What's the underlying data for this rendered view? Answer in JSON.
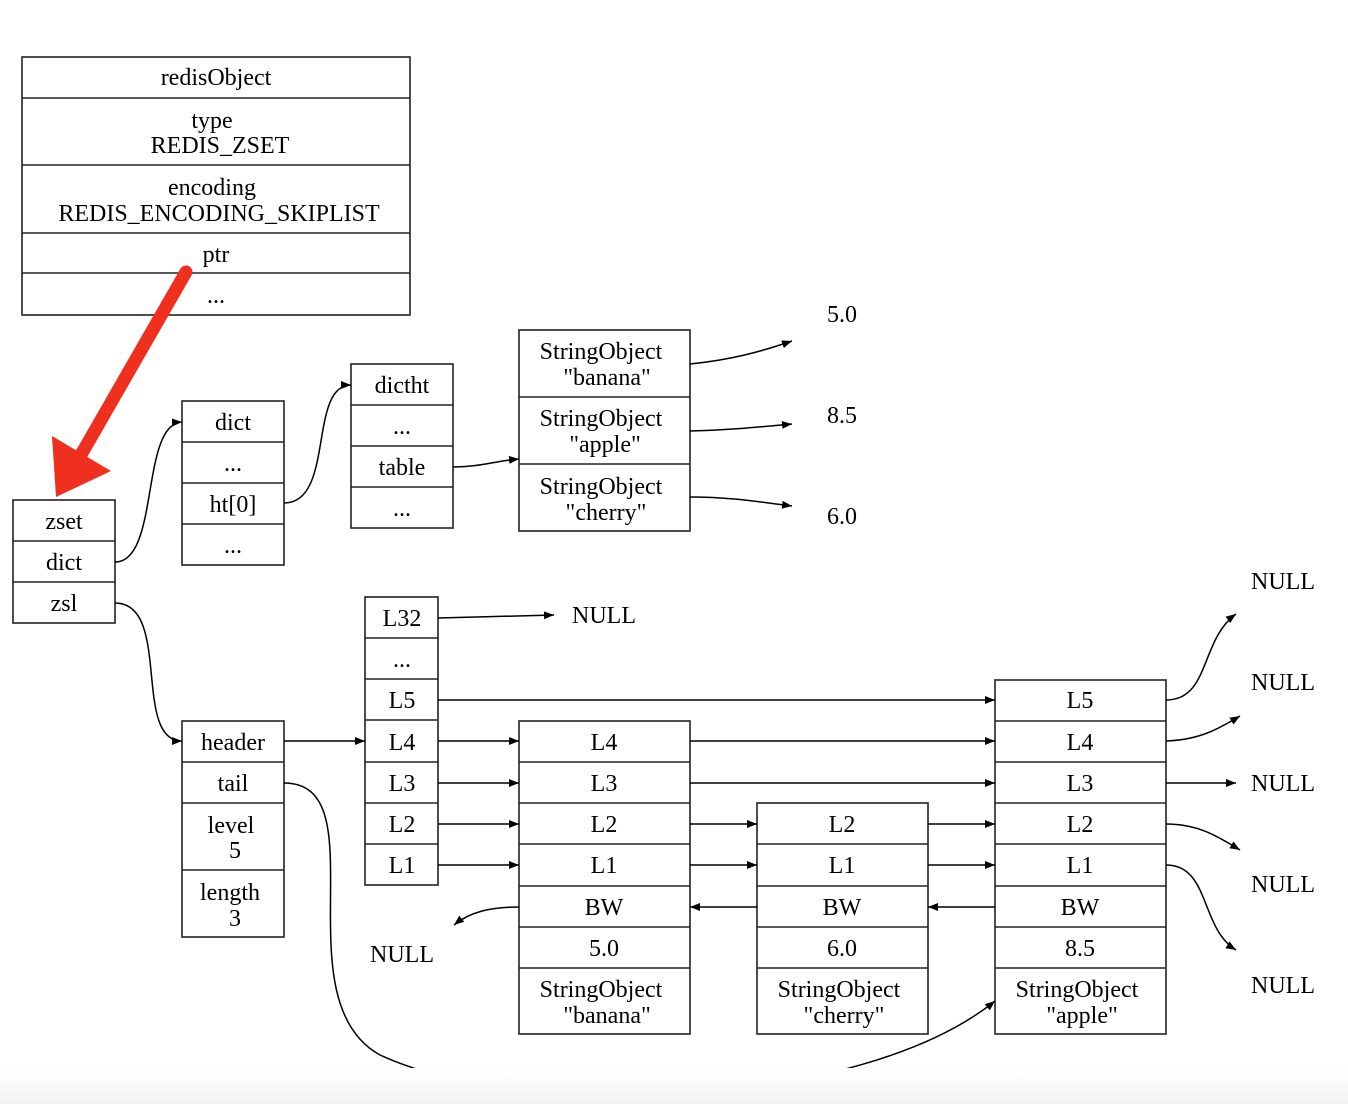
{
  "redis_object": {
    "title": "redisObject",
    "type_label": "type",
    "type_value": "REDIS_ZSET",
    "encoding_label": "encoding",
    "encoding_value": "REDIS_ENCODING_SKIPLIST",
    "ptr": "ptr",
    "more": "..."
  },
  "zset": {
    "title": "zset",
    "dict": "dict",
    "zsl": "zsl"
  },
  "dict": {
    "title": "dict",
    "more1": "...",
    "ht0": "ht[0]",
    "more2": "..."
  },
  "dictht": {
    "title": "dictht",
    "more1": "...",
    "table": "table",
    "more2": "..."
  },
  "dict_entries": [
    {
      "kind": "StringObject",
      "key": "\"banana\"",
      "score": "5.0"
    },
    {
      "kind": "StringObject",
      "key": "\"apple\"",
      "score": "8.5"
    },
    {
      "kind": "StringObject",
      "key": "\"cherry\"",
      "score": "6.0"
    }
  ],
  "zsl": {
    "header": "header",
    "tail": "tail",
    "level_label": "level",
    "level_value": "5",
    "length_label": "length",
    "length_value": "3"
  },
  "header_node": {
    "levels": [
      "L32",
      "...",
      "L5",
      "L4",
      "L3",
      "L2",
      "L1"
    ]
  },
  "skiplist_nodes": [
    {
      "levels": [
        "L4",
        "L3",
        "L2",
        "L1"
      ],
      "backward": "BW",
      "score": "5.0",
      "obj_kind": "StringObject",
      "obj_key": "\"banana\""
    },
    {
      "levels": [
        "L2",
        "L1"
      ],
      "backward": "BW",
      "score": "6.0",
      "obj_kind": "StringObject",
      "obj_key": "\"cherry\""
    },
    {
      "levels": [
        "L5",
        "L4",
        "L3",
        "L2",
        "L1"
      ],
      "backward": "BW",
      "score": "8.5",
      "obj_kind": "StringObject",
      "obj_key": "\"apple\""
    }
  ],
  "null_label": "NULL",
  "colors": {
    "accent_arrow": "#f0301e",
    "line": "#000000"
  }
}
